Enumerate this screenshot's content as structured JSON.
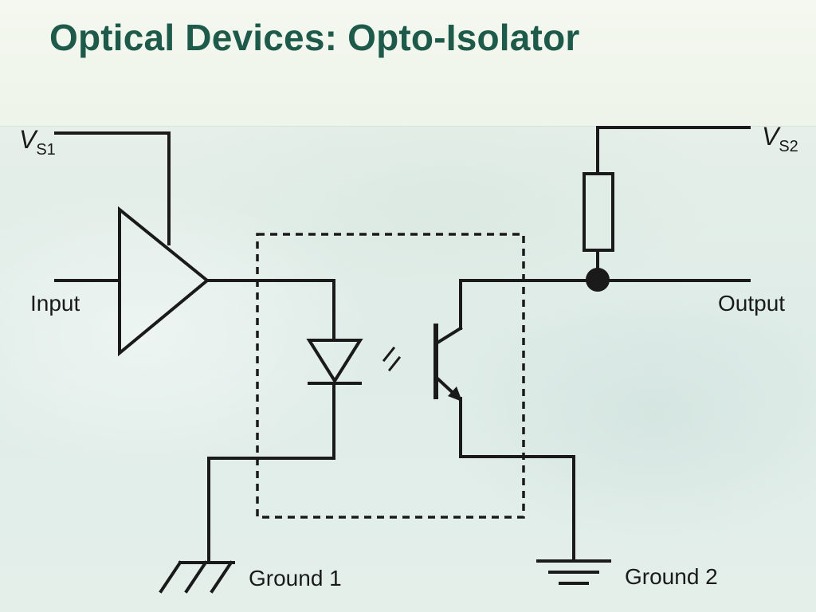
{
  "slide": {
    "title": "Optical Devices: Opto-Isolator"
  },
  "diagram": {
    "labels": {
      "vs1_main": "V",
      "vs1_sub": "S1",
      "vs2_main": "V",
      "vs2_sub": "S2",
      "input": "Input",
      "output": "Output",
      "ground1": "Ground 1",
      "ground2": "Ground 2"
    }
  }
}
